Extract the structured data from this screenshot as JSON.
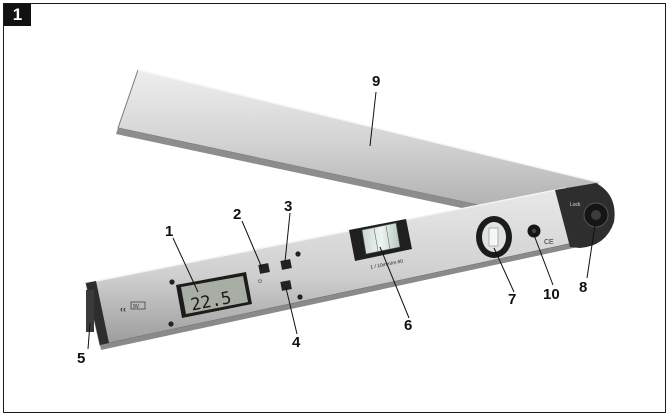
{
  "figure": {
    "number": "1"
  },
  "device": {
    "display_value": "22.5",
    "ce_mark": "CE",
    "battery_label": "9V",
    "vial_scale": "1 / 10mm/m 60"
  },
  "callouts": [
    "1",
    "2",
    "3",
    "4",
    "5",
    "6",
    "7",
    "8",
    "9",
    "10"
  ],
  "colors": {
    "frame": "#1a1a1a",
    "badge": "#111111",
    "aluminium": "#d3d3d3",
    "lcd": "#a9aea4"
  }
}
